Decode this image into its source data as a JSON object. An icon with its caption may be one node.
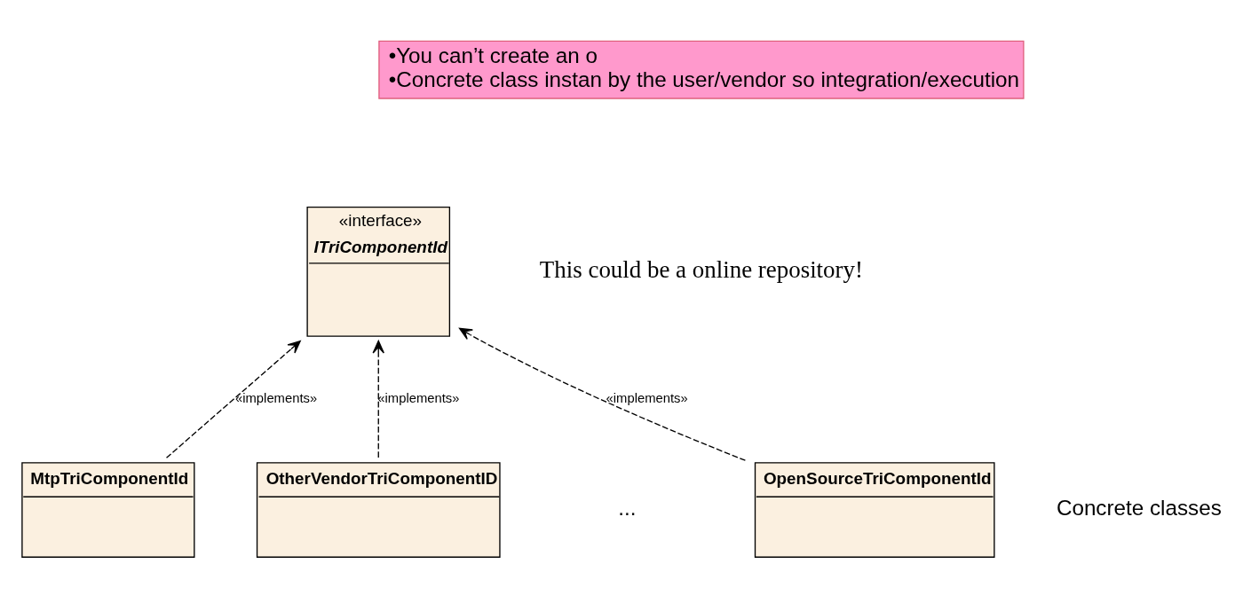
{
  "diagram": {
    "nodes": [
      {
        "text": [
          "«interface»",
          "ITriComponentId"
        ]
      },
      {
        "text": [
          "MtpTriComponentId"
        ]
      },
      {
        "text": [
          "OtherVendorTriComponentID"
        ]
      },
      {
        "text": [
          "OpenSourceTriComponentId"
        ]
      },
      {
        "text": [
          "•You can’t create an o",
          "•Concrete class instan by the user/vendor so integration/execution"
        ]
      }
    ],
    "edges": [
      {
        "from": 1,
        "to": 0,
        "arrow": "to",
        "style": "dashed",
        "label": "«implements»"
      },
      {
        "from": 2,
        "to": 0,
        "arrow": "to",
        "style": "dashed",
        "label": "«implements»"
      },
      {
        "from": 3,
        "to": 0,
        "arrow": "to",
        "style": "dashed",
        "label": "«implements»"
      }
    ],
    "labels": [
      "This could be a online repository!",
      "...",
      "Concrete classes"
    ]
  }
}
